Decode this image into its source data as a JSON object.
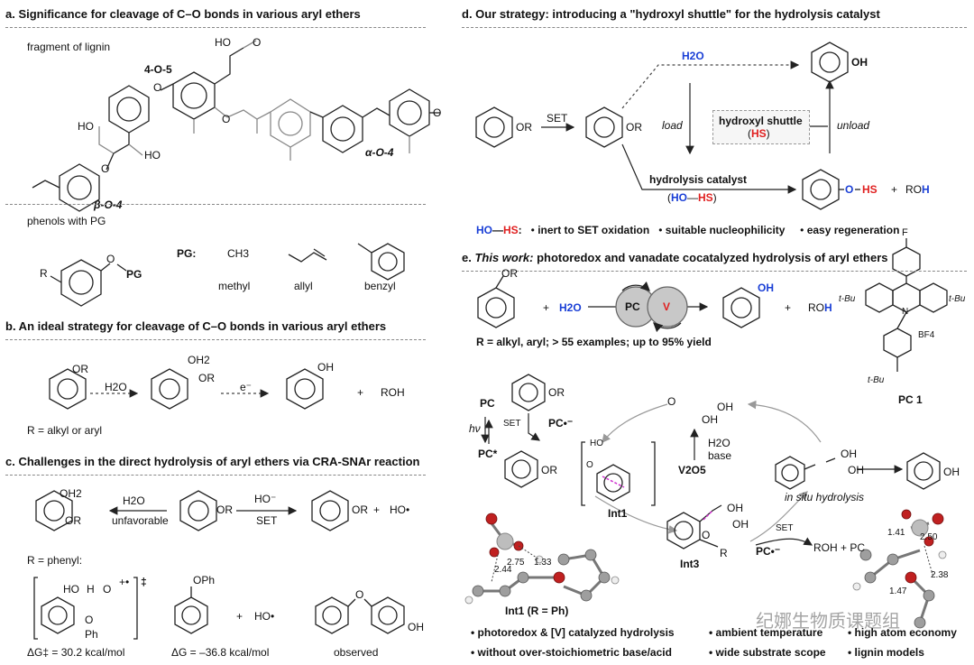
{
  "panel_a": {
    "title": "a. Significance for cleavage of C–O bonds in various aryl ethers",
    "lignin_label": "fragment of lignin",
    "linkage_4o5": "4-O-5",
    "linkage_beta": "β-O-4",
    "linkage_alpha": "α-O-4",
    "ho1": "HO",
    "ho2": "HO",
    "ho3": "HO",
    "phenols_label": "phenols with PG",
    "pg_label": "PG:",
    "pg_group": "PG",
    "r_label": "R",
    "ch3": "CH3",
    "pg_names": [
      "methyl",
      "allyl",
      "benzyl"
    ]
  },
  "panel_b": {
    "title": "b. An ideal strategy for cleavage of C–O bonds in various aryl ethers",
    "or1": "OR",
    "h2o": "H2O",
    "oh2": "OH2",
    "or2": "OR",
    "e_minus": "e⁻",
    "oh": "OH",
    "plus": "+",
    "roh": "ROH",
    "r_def": "R = alkyl or aryl"
  },
  "panel_c": {
    "title": "c. Challenges in the direct hydrolysis of aryl ethers via CRA-SNAr reaction",
    "oh2": "OH2",
    "or_left": "OR",
    "h2o": "H2O",
    "unfavorable": "unfavorable",
    "or_mid": "OR",
    "ho_minus": "HO⁻",
    "set": "SET",
    "or_right": "OR",
    "plus": "+",
    "ho_dot": "HO•",
    "r_phenyl": "R = phenyl:",
    "ts_ho": "HO",
    "ts_h": "H",
    "ts_o": "O",
    "ts_ph": "Ph",
    "ts_charge": "+•",
    "ts_dagger": "‡",
    "dg1": "ΔG‡ = 30.2 kcal/mol",
    "oph": "OPh",
    "plus2": "+",
    "ho_dot2": "HO•",
    "dg2": "ΔG = –36.8 kcal/mol",
    "o_bridge": "O",
    "oh": "OH",
    "observed": "observed"
  },
  "panel_d": {
    "title": "d. Our strategy: introducing a \"hydroxyl shuttle\" for the hydrolysis catalyst",
    "or1": "OR",
    "set": "SET",
    "or2": "OR",
    "h2o": "H2O",
    "oh_top": "OH",
    "load": "load",
    "hs_label": "hydroxyl shuttle",
    "hs": "HS",
    "unload": "unload",
    "hyd_cat": "hydrolysis catalyst",
    "ho_hs_ho": "HO",
    "ho_hs_hs": "HS",
    "o_hs_o": "O",
    "o_hs_hs": "HS",
    "plus": "+",
    "roh_ro": "RO",
    "roh_h": "H",
    "prop_ho": "HO",
    "prop_hs": "HS",
    "props": [
      "inert to SET oxidation",
      "suitable nucleophilicity",
      "easy regeneration"
    ]
  },
  "panel_e": {
    "title_em": "This work:",
    "title_rest": "photoredox and vanadate cocatalyzed hydrolysis of aryl ethers",
    "title_prefix": "e.",
    "or": "OR",
    "plus1": "+",
    "h2o": "H2O",
    "pc": "PC",
    "v": "V",
    "oh": "OH",
    "plus2": "+",
    "roh_ro": "RO",
    "roh_h": "H",
    "scope": "R = alkyl, aryl; > 55 examples; up to 95% yield",
    "pc1": "PC 1",
    "tbu": [
      "t-Bu",
      "t-Bu",
      "t-Bu"
    ],
    "f": "F",
    "bf4": "BF4",
    "n": "N",
    "cycle_or": "OR",
    "pc_ground": "PC",
    "hv": "hν",
    "set": "SET",
    "pc_star": "PC*",
    "pc_radical": "PC•⁻",
    "v_oh1": "OH",
    "v_oh2": "OH",
    "v_o": "O",
    "h2o_base": "H2O",
    "base": "base",
    "v2o5": "V2O5",
    "int1": "Int1",
    "int1_or": "OR",
    "int1_ho": "HO",
    "int1_o": "O",
    "int3": "Int3",
    "int3_o": "O",
    "int3_r": "R",
    "int3_oh1": "OH",
    "int3_oh2": "OH",
    "set2": "SET",
    "pc_radical2": "PC•⁻",
    "roh_pc": "ROH + PC",
    "insitu": "in situ hydrolysis",
    "final_oh": "OH",
    "vo_oh1": "OH",
    "vo_oh2": "OH",
    "d1": "2.75",
    "d2": "1.33",
    "d3": "2.44",
    "int1_caption": "Int1 (R = Ph)",
    "d4": "1.41",
    "d5": "2.50",
    "d6": "2.38",
    "d7": "1.47",
    "features": [
      "photoredox & [V] catalyzed hydrolysis",
      "ambient temperature",
      "high atom economy",
      "without over-stoichiometric base/acid",
      "wide substrate scope",
      "lignin models"
    ],
    "watermark": "纪娜生物质课题组"
  }
}
